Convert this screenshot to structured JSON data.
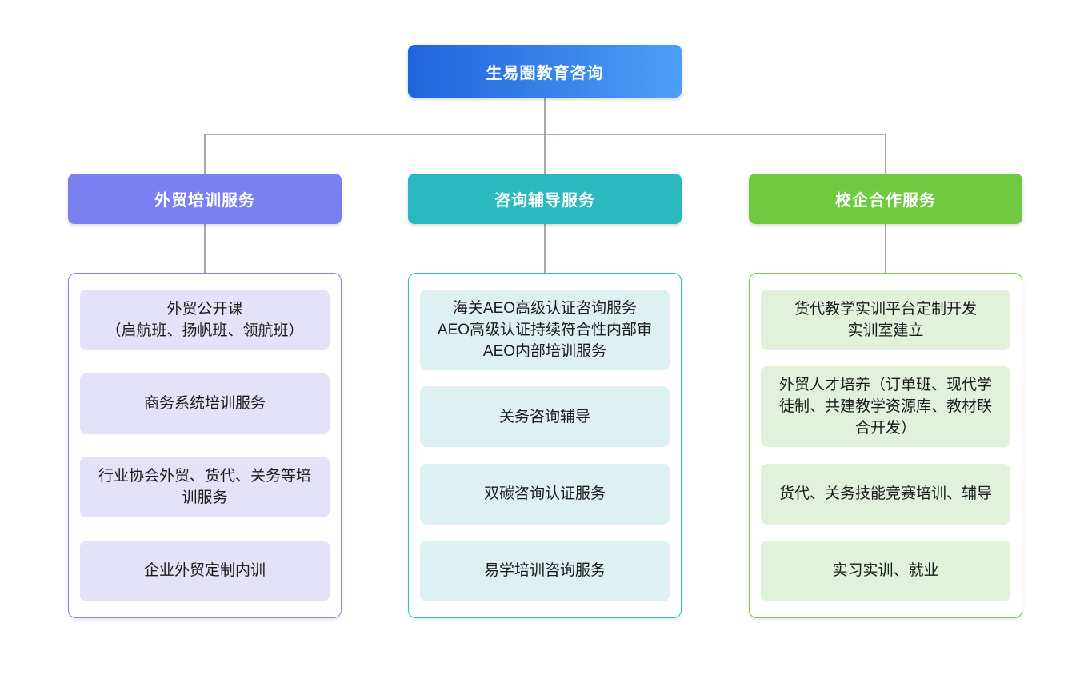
{
  "canvas": {
    "background": "#ffffff",
    "connector_color": "#8b96a2"
  },
  "root": {
    "label": "生易圈教育咨询",
    "gradient_from": "#2164da",
    "gradient_to": "#4b9ff8",
    "text_color": "#ffffff"
  },
  "branches": [
    {
      "label": "外贸培训服务",
      "colors": {
        "header_bg": "#7a80f0",
        "border": "#8286f2",
        "item_bg": "#e4e2f8"
      },
      "items": [
        "外贸公开课\n（启航班、扬帆班、领航班）",
        "商务系统培训服务",
        "行业协会外贸、货代、关务等培\n训服务",
        "企业外贸定制内训"
      ]
    },
    {
      "label": "咨询辅导服务",
      "colors": {
        "header_bg": "#29b9be",
        "border": "#30bcc2",
        "item_bg": "#def1f2"
      },
      "items": [
        "海关AEO高级认证咨询服务\nAEO高级认证持续符合性内部审\nAEO内部培训服务",
        "关务咨询辅导",
        "双碳咨询认证服务",
        "易学培训咨询服务"
      ]
    },
    {
      "label": "校企合作服务",
      "colors": {
        "header_bg": "#70ca41",
        "border": "#79cd4b",
        "item_bg": "#e0f2da"
      },
      "items": [
        "货代教学实训平台定制开发\n实训室建立",
        "外贸人才培养（订单班、现代学\n徒制、共建教学资源库、教材联\n合开发）",
        "货代、关务技能竞赛培训、辅导",
        "实习实训、就业"
      ]
    }
  ]
}
